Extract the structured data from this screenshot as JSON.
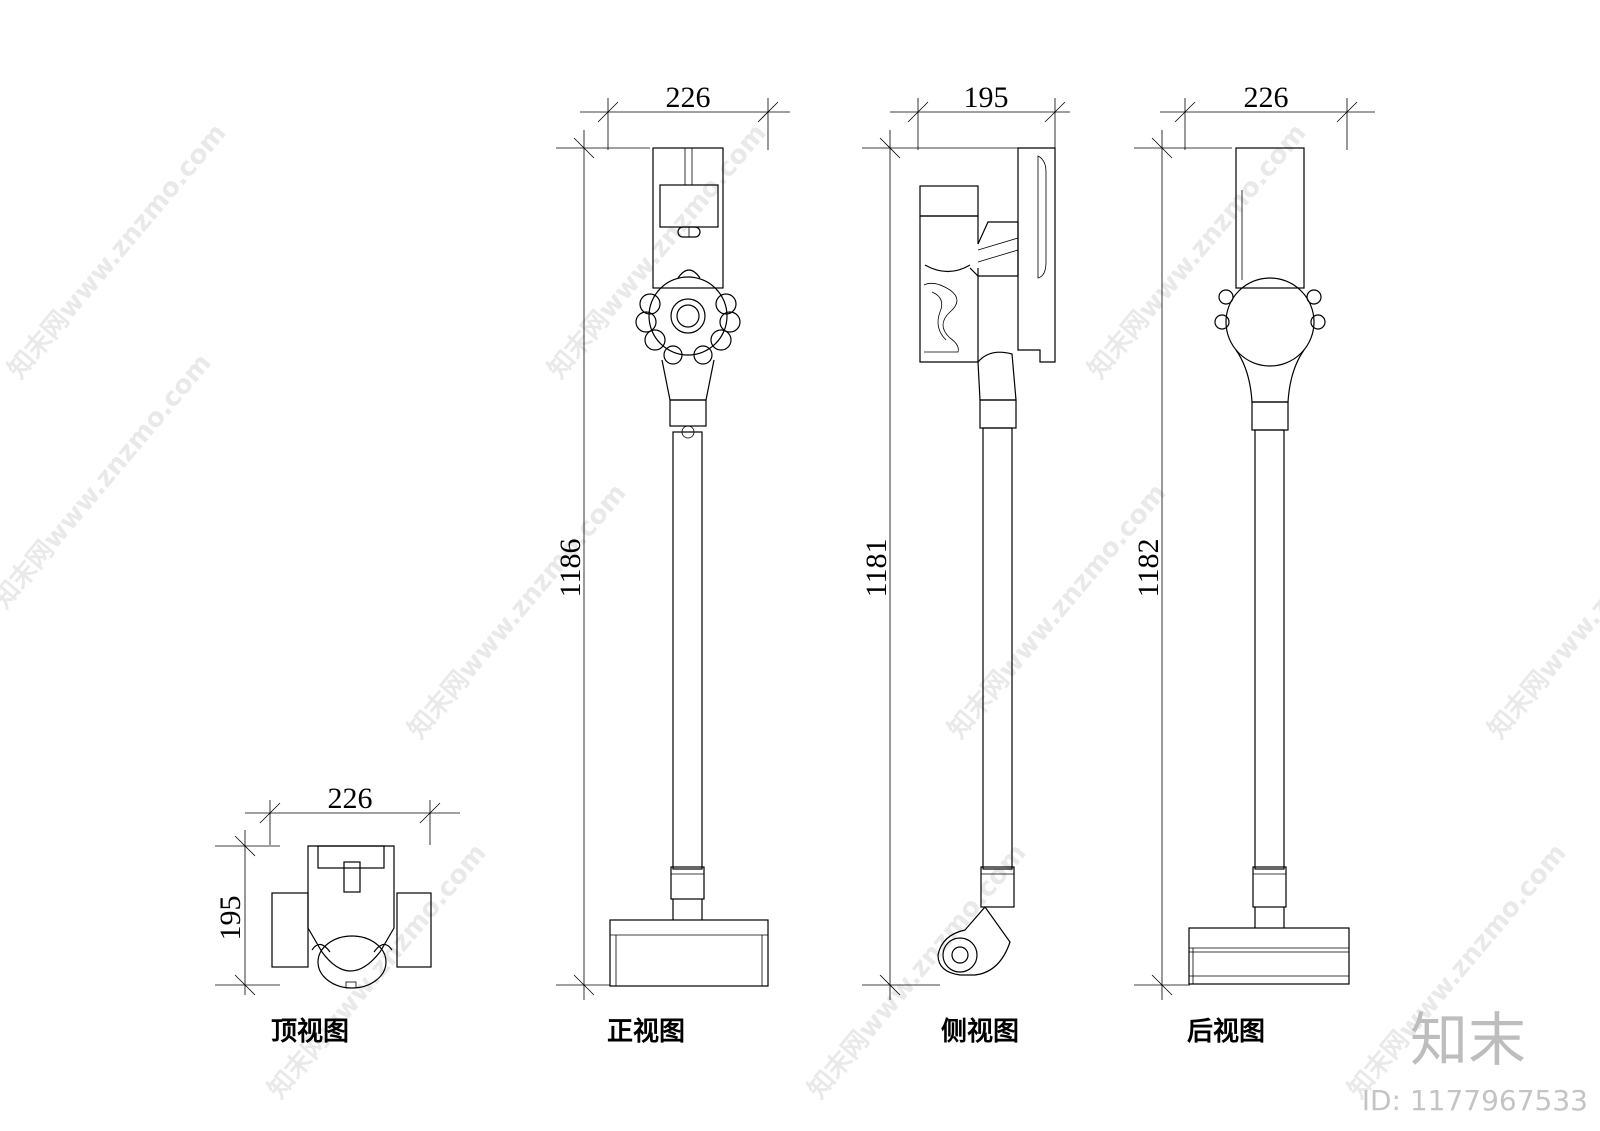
{
  "views": {
    "top": {
      "label": "顶视图",
      "width_dim": "226",
      "depth_dim": "195"
    },
    "front": {
      "label": "正视图",
      "width_dim": "226",
      "height_dim": "1186"
    },
    "side": {
      "label": "侧视图",
      "width_dim": "195",
      "height_dim": "1181"
    },
    "back": {
      "label": "后视图",
      "width_dim": "226",
      "height_dim": "1182"
    }
  },
  "watermark": {
    "text": "知末网www.znzmo.com",
    "brand": "知末",
    "id": "ID: 1177967533"
  }
}
